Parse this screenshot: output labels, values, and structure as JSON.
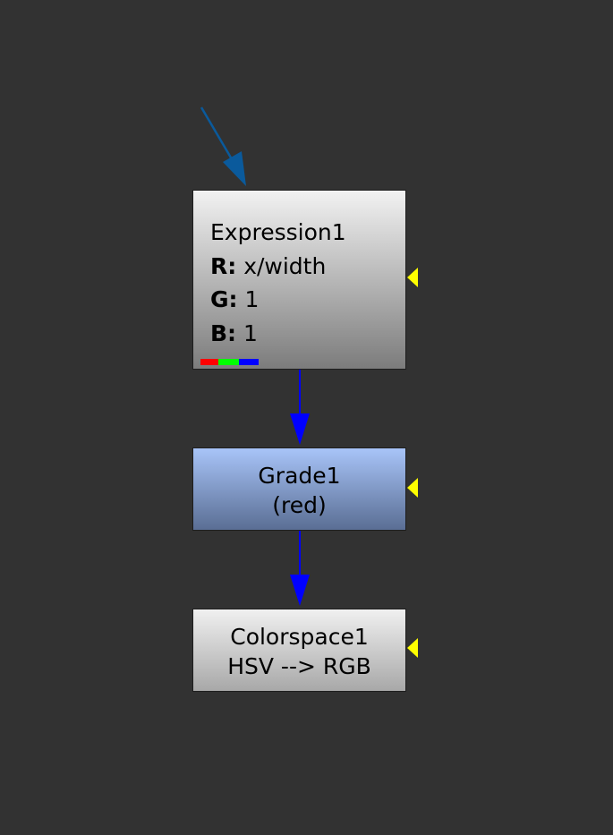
{
  "nodes": {
    "expression": {
      "name": "Expression1",
      "r_label": "R:",
      "r_value": " x/width",
      "g_label": "G:",
      "g_value": " 1",
      "b_label": "B:",
      "b_value": " 1"
    },
    "grade": {
      "name": "Grade1",
      "sub": "(red)"
    },
    "colorspace": {
      "name": "Colorspace1",
      "sub": "HSV --> RGB"
    }
  },
  "colors": {
    "edge": "#0000ff",
    "input_arrow": "#0a5a9c",
    "mask_input": "#ffff00"
  }
}
